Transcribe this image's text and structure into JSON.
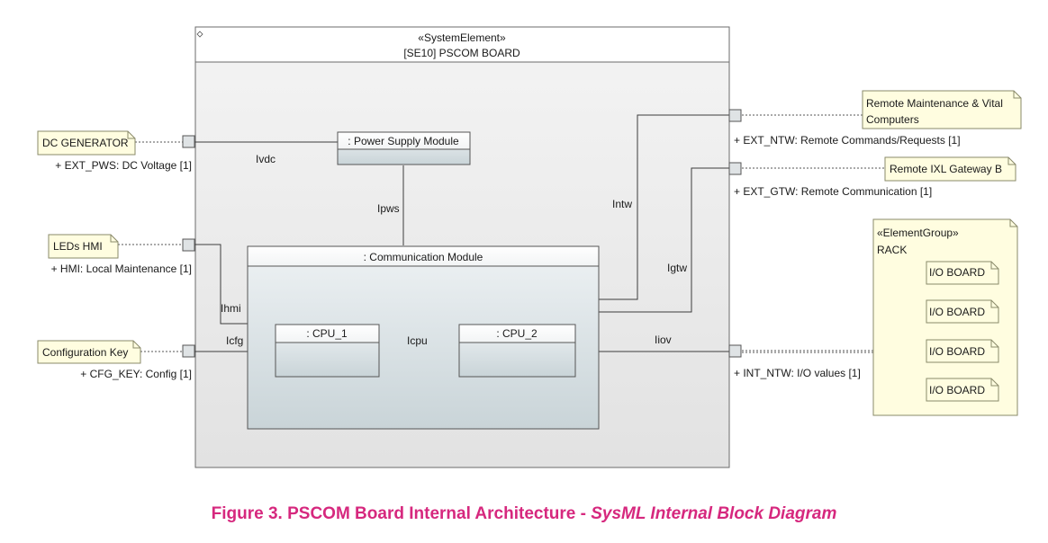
{
  "system": {
    "stereotype": "«SystemElement»",
    "name": "[SE10] PSCOM BOARD"
  },
  "blocks": {
    "power_supply": ": Power Supply Module",
    "communication": ": Communication Module",
    "cpu1": ": CPU_1",
    "cpu2": ": CPU_2"
  },
  "external": {
    "dc_generator": "DC GENERATOR",
    "leds_hmi": "LEDs HMI",
    "config_key": "Configuration Key",
    "remote_maint_line1": "Remote Maintenance & Vital",
    "remote_maint_line2": "Computers",
    "remote_ixl": "Remote IXL Gateway B",
    "rack_stereotype": "«ElementGroup»",
    "rack_name": "RACK",
    "io_boards": [
      "I/O BOARD",
      "I/O BOARD",
      "I/O BOARD",
      "I/O BOARD"
    ]
  },
  "ports": {
    "ext_pws": "+ EXT_PWS: DC Voltage [1]",
    "hmi": "+ HMI: Local Maintenance [1]",
    "cfg_key": "+ CFG_KEY: Config [1]",
    "ext_ntw": "+ EXT_NTW: Remote Commands/Requests [1]",
    "ext_gtw": "+ EXT_GTW: Remote Communication [1]",
    "int_ntw": "+ INT_NTW: I/O values [1]"
  },
  "connectors": {
    "ivdc": "Ivdc",
    "ipws": "Ipws",
    "ihmi": "Ihmi",
    "icfg": "Icfg",
    "icpu": "Icpu",
    "intw": "Intw",
    "igtw": "Igtw",
    "iiov": "Iiov"
  },
  "caption": {
    "main": "Figure 3. PSCOM Board Internal Architecture - ",
    "italic": "SysML Internal Block Diagram"
  },
  "colors": {
    "note_fill": "#fffde0",
    "caption": "#d6287e"
  }
}
